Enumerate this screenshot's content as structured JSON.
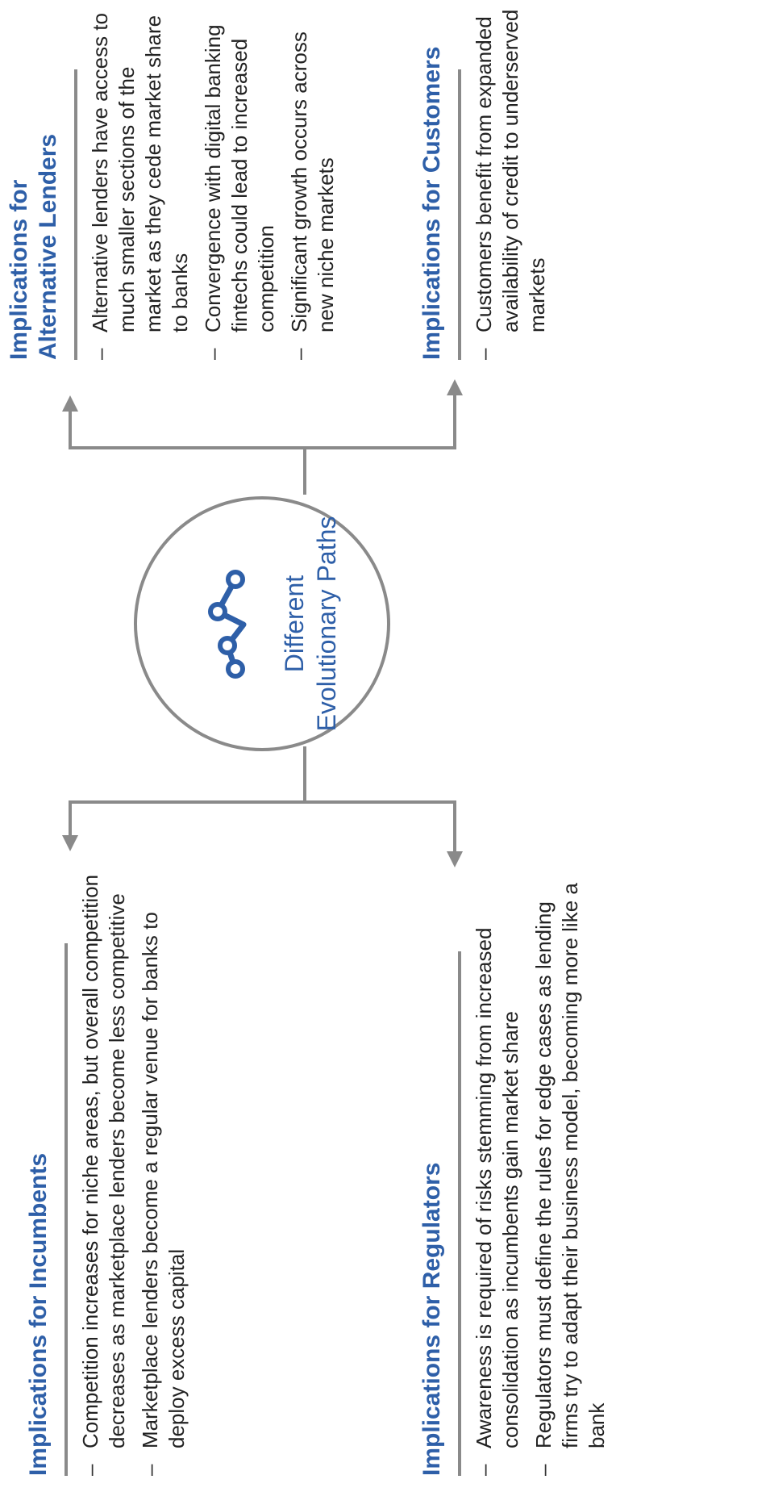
{
  "center": {
    "title_line1": "Different",
    "title_line2": "Evolutionary Paths",
    "icon": "trend-line-icon",
    "accent_color": "#2e5fa8"
  },
  "sections": {
    "incumbents": {
      "heading": "Implications for Incumbents",
      "bullets": [
        "Competition increases for niche areas, but overall competition decreases as marketplace lenders become less competitive",
        "Marketplace lenders become a regular venue for banks to deploy excess capital"
      ]
    },
    "regulators": {
      "heading": "Implications for Regulators",
      "bullets": [
        "Awareness is required of risks stemming from increased consolidation as incumbents gain market share",
        "Regulators must define the rules for edge cases as lending firms try to adapt their business model, becoming more like a bank"
      ]
    },
    "alternative_lenders": {
      "heading_line1": "Implications for",
      "heading_line2": "Alternative Lenders",
      "bullets": [
        "Alternative lenders have access to much smaller sections of the market as they cede market share to banks",
        "Convergence with digital banking fintechs could lead to increased competition",
        "Significant growth occurs across new niche markets"
      ]
    },
    "customers": {
      "heading": "Implications for Customers",
      "bullets": [
        "Customers benefit from expanded availability of credit to underserved markets"
      ]
    }
  },
  "dash": "–",
  "colors": {
    "heading": "#2e5fa8",
    "lines": "#8a8a8a",
    "text": "#222222"
  }
}
